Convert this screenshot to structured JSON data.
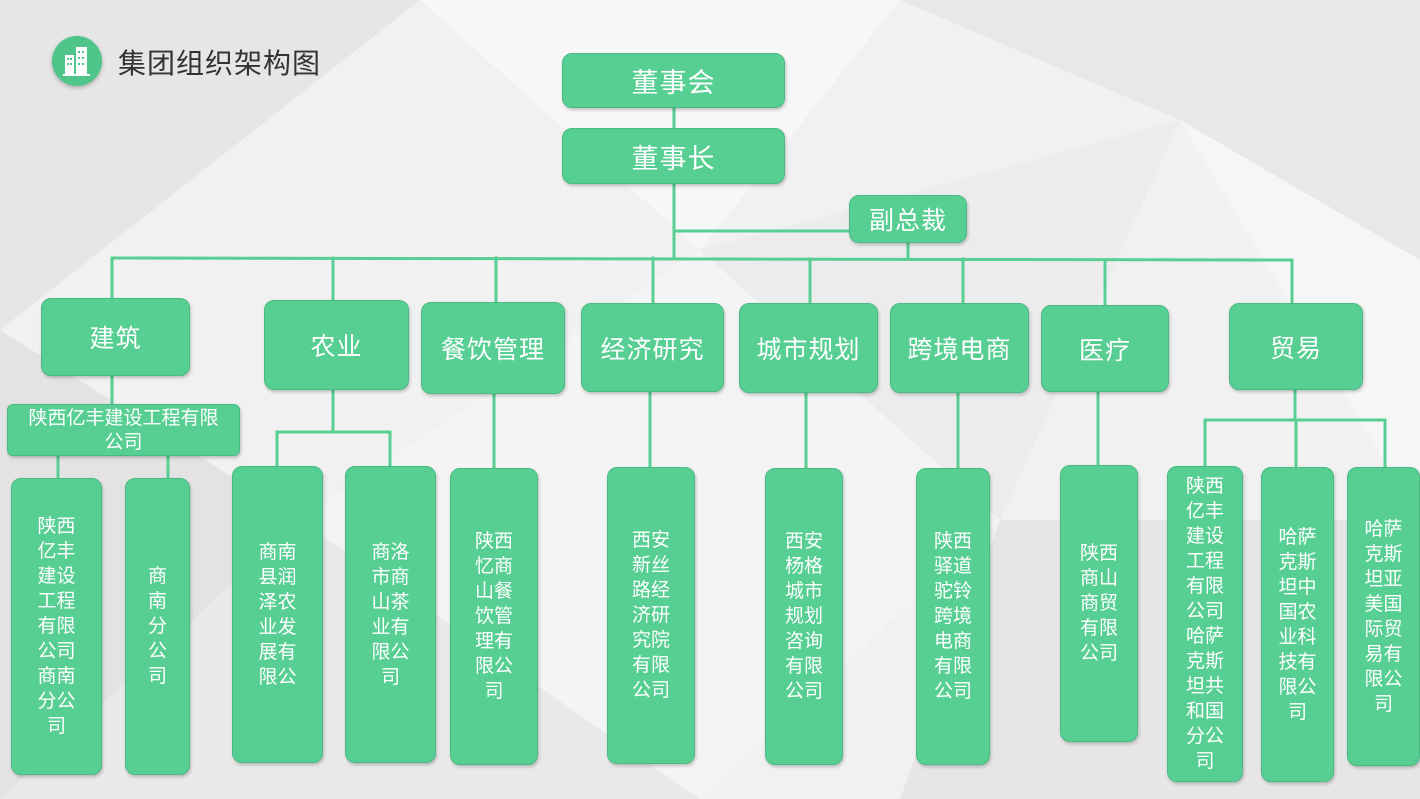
{
  "header": {
    "title": "集团组织架构图",
    "icon": "building-icon"
  },
  "colors": {
    "node_fill": "#57cf93",
    "connector": "#57cf93",
    "title_text": "#333333"
  },
  "board": "董事会",
  "chairman": "董事长",
  "vice_president": "副总裁",
  "divisions": [
    {
      "name": "建筑",
      "company": "陕西亿丰建设工程有限公司",
      "subsidiaries": [
        "陕西亿丰建设工程有限公司商南分公司",
        "商南分公司"
      ]
    },
    {
      "name": "农业",
      "subsidiaries": [
        "商南县润泽农业发展有限公",
        "商洛市商山茶业有限公司"
      ]
    },
    {
      "name": "餐饮管理",
      "subsidiaries": [
        "陕西忆商山餐饮管理有限公司"
      ]
    },
    {
      "name": "经济研究",
      "subsidiaries": [
        "西安新丝路经济研究院有限公司"
      ]
    },
    {
      "name": "城市规划",
      "subsidiaries": [
        "西安杨格城市规划咨询有限公司"
      ]
    },
    {
      "name": "跨境电商",
      "subsidiaries": [
        "陕西驿道驼铃跨境电商有限公司"
      ]
    },
    {
      "name": "医疗",
      "subsidiaries": [
        "陕西商山商贸有限公司"
      ]
    },
    {
      "name": "贸易",
      "subsidiaries": [
        "陕西亿丰建设工程有限公司哈萨克斯坦共和国分公司",
        "哈萨克斯坦中国农业科技有限公司",
        "哈萨克斯坦亚美国际贸易有限公司"
      ]
    }
  ]
}
